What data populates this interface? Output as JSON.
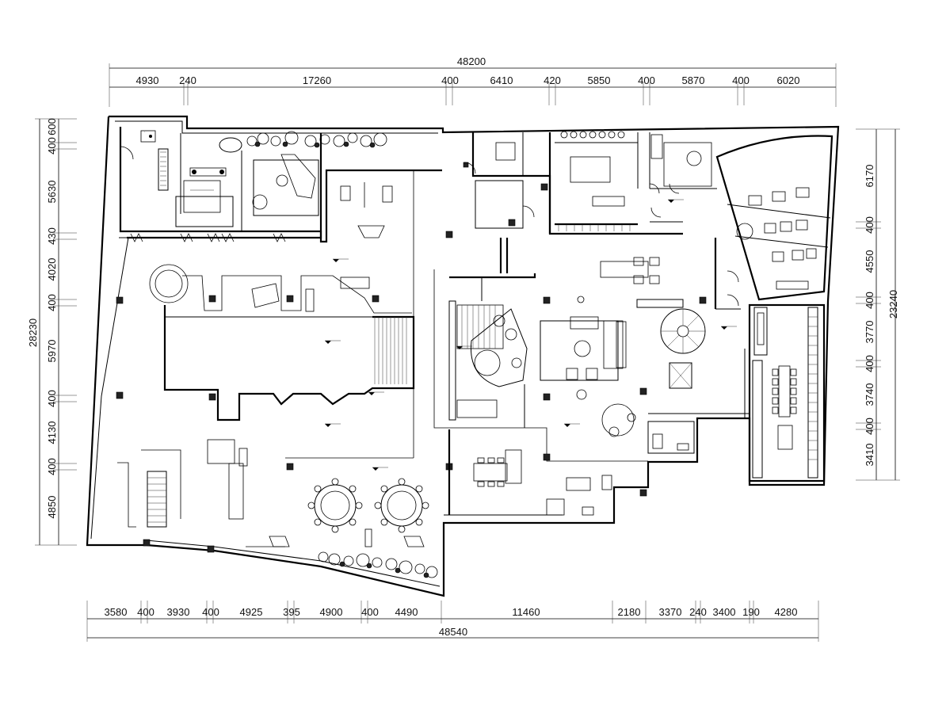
{
  "drawing": {
    "top_overall": "48200",
    "top_segments": [
      "4930",
      "240",
      "17260",
      "400",
      "6410",
      "420",
      "5850",
      "400",
      "5870",
      "400",
      "6020"
    ],
    "bottom_overall": "48540",
    "bottom_segments": [
      "3580",
      "400",
      "3930",
      "400",
      "4925",
      "395",
      "4900",
      "400",
      "4490",
      "11460",
      "2180",
      "3370",
      "240",
      "3400",
      "190",
      "4280"
    ],
    "left_overall": "28230",
    "left_segments": [
      "600",
      "400",
      "5630",
      "430",
      "4020",
      "400",
      "5970",
      "400",
      "4130",
      "400",
      "4850"
    ],
    "right_overall": "23240",
    "right_segments": [
      "6170",
      "400",
      "4550",
      "400",
      "3770",
      "400",
      "3740",
      "400",
      "3410"
    ]
  }
}
